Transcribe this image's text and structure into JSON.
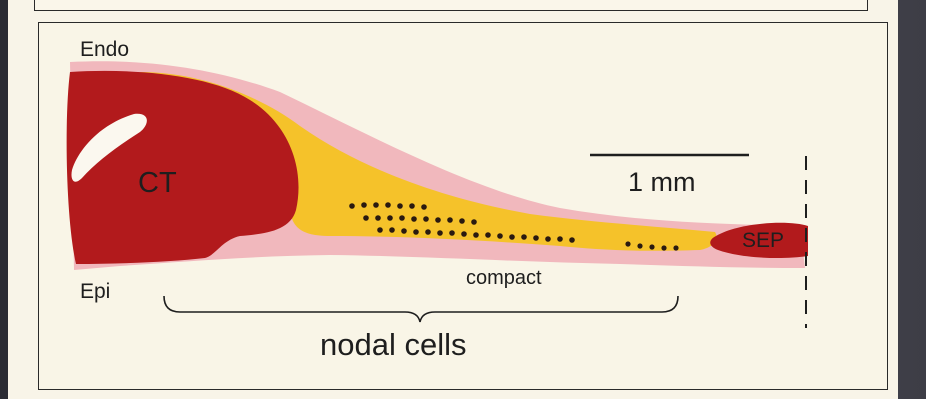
{
  "labels": {
    "endo": "Endo",
    "epi": "Epi",
    "ct": "CT",
    "scale": "1 mm",
    "sep": "SEP",
    "compact": "compact",
    "nodal": "nodal cells"
  },
  "colors": {
    "background": "#f9f5e7",
    "pink_layer": "#f1b8bd",
    "dark_red": "#b21a1c",
    "yellow": "#f5c22a",
    "dots": "#2a1a10",
    "white_patch": "#fbf8ef"
  }
}
